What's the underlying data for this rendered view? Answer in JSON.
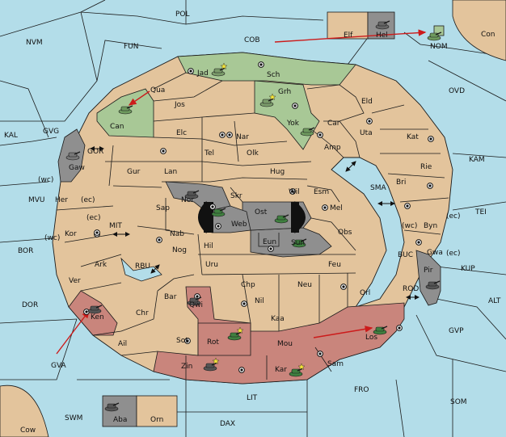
{
  "colors": {
    "sea": "#b3dde9",
    "land": "#e3c49c",
    "green": "#a8c896",
    "red": "#c9857c",
    "gray": "#8f8f8f",
    "black": "#111111",
    "arrow": "#cc1b1b"
  },
  "sea_labels": {
    "pol": "POL",
    "nvm": "NVM",
    "fun": "FUN",
    "cob": "COB",
    "nom": "NOM",
    "con": "Con",
    "ovd": "OVD",
    "kal": "KAL",
    "gvg": "GVG",
    "gor": "GOR",
    "kam": "KAM",
    "mvu": "MVU",
    "sma": "SMA",
    "tei": "TEI",
    "mit": "MIT",
    "bor": "BOR",
    "rbu": "RBU",
    "buc": "BUC",
    "kup": "KUP",
    "dor": "DOR",
    "rod": "ROD",
    "alt": "ALT",
    "gvp": "GVP",
    "gva": "GVA",
    "fro": "FRO",
    "lit": "LIT",
    "som": "SOM",
    "swm": "SWM",
    "dax": "DAX",
    "cow": "Cow"
  },
  "land_labels": {
    "elf": "Elf",
    "hel": "Hel",
    "jad": "Jad",
    "sch": "Sch",
    "qua": "Qua",
    "jos": "Jos",
    "grh": "Grh",
    "eld": "Eld",
    "can": "Can",
    "yok": "Yok",
    "car": "Car",
    "uta": "Uta",
    "elc": "Elc",
    "nar": "Nar",
    "kat": "Kat",
    "tel": "Tel",
    "olk": "Olk",
    "amp": "Amp",
    "gaw": "Gaw",
    "gur": "Gur",
    "lan": "Lan",
    "hug": "Hug",
    "rie": "Rie",
    "bri": "Bri",
    "wc1": "(wc)",
    "ec1": "(ec)",
    "her": "Her",
    "nor": "Nor",
    "skr": "Skr",
    "wil": "Wil",
    "esm": "Esm",
    "sap": "Sap",
    "ost": "Ost",
    "mel": "Mel",
    "web": "Web",
    "ec2": "(ec)",
    "wc2": "(wc)",
    "byn": "Byn",
    "ec3": "(ec)",
    "kor": "Kor",
    "nab": "Nab",
    "eun": "Eun",
    "obs": "Obs",
    "wc3": "(wc)",
    "hil": "Hil",
    "sun": "Sun",
    "gwa": "Gwa",
    "ec4": "(ec)",
    "nog": "Nog",
    "ark": "Ark",
    "uru": "Uru",
    "feu": "Feu",
    "pir": "Pir",
    "ver": "Ver",
    "chp": "Chp",
    "neu": "Neu",
    "orl": "Orl",
    "bar": "Bar",
    "qwi": "Qwi",
    "nil": "Nil",
    "chr": "Chr",
    "ken": "Ken",
    "kaa": "Kaa",
    "los": "Los",
    "sot": "Sot",
    "rot": "Rot",
    "mou": "Mou",
    "ail": "Ail",
    "sam": "Sam",
    "zin": "Zin",
    "kar": "Kar",
    "aba": "Aba",
    "orn": "Orn"
  }
}
